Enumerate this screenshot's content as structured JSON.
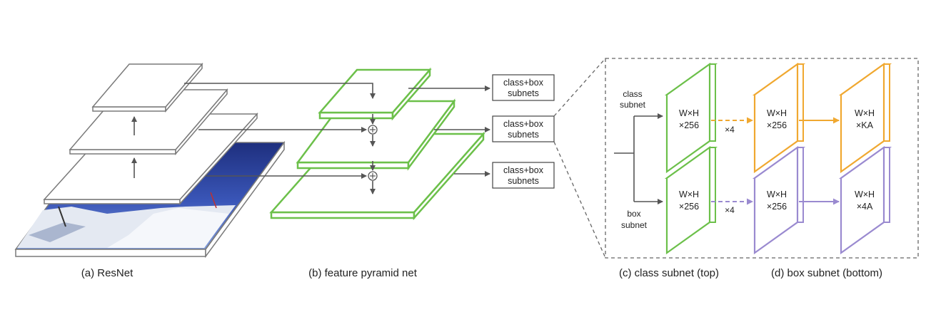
{
  "captions": {
    "resnet": "(a) ResNet",
    "fpn": "(b) feature pyramid net",
    "class_subnet": "(c) class subnet (top)",
    "box_subnet": "(d) box subnet (bottom)"
  },
  "subnet_box_labels": [
    {
      "line1": "class+box",
      "line2": "subnets"
    },
    {
      "line1": "class+box",
      "line2": "subnets"
    },
    {
      "line1": "class+box",
      "line2": "subnets"
    }
  ],
  "branch_labels": {
    "class": {
      "line1": "class",
      "line2": "subnet"
    },
    "box": {
      "line1": "box",
      "line2": "subnet"
    }
  },
  "layers": {
    "class_in": {
      "line1": "W×H",
      "line2": "×256"
    },
    "class_mid": {
      "line1": "W×H",
      "line2": "×256"
    },
    "class_out": {
      "line1": "W×H",
      "line2": "×KA"
    },
    "box_in": {
      "line1": "W×H",
      "line2": "×256"
    },
    "box_mid": {
      "line1": "W×H",
      "line2": "×256"
    },
    "box_out": {
      "line1": "W×H",
      "line2": "×4A"
    }
  },
  "repeat_labels": {
    "class": "×4",
    "box": "×4"
  },
  "colors": {
    "resnet_stroke": "#7a7a7a",
    "fpn_green": "#6cc04a",
    "class_orange": "#f0a830",
    "box_purple": "#9a8ad0",
    "arrow": "#555555",
    "dashed_border": "#666666"
  }
}
